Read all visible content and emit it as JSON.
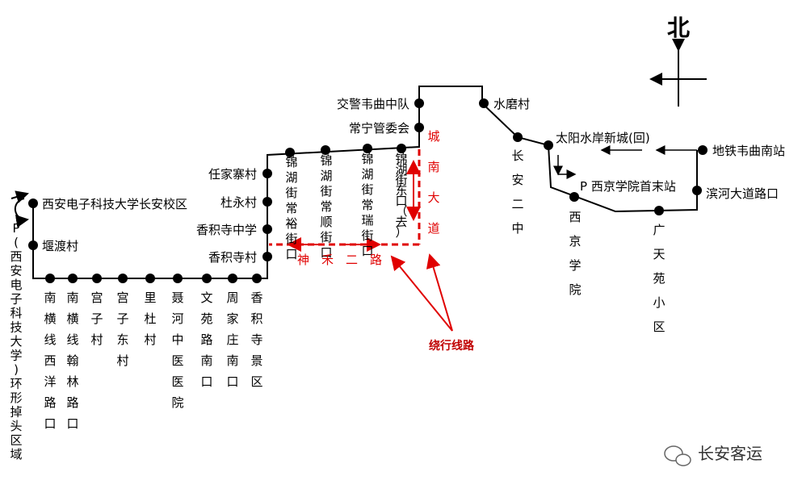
{
  "compass": {
    "north": "北"
  },
  "loop_terminal": {
    "label": "(西安电子科技大学)环形掉头区域",
    "parking": "P"
  },
  "stops": [
    {
      "id": "xidian",
      "name": "西安电子科技大学长安校区"
    },
    {
      "id": "yandu",
      "name": "堰渡村"
    },
    {
      "id": "nanheng-xiyang",
      "name": "南横线西洋路口"
    },
    {
      "id": "nanheng-hanlin",
      "name": "南横线翰林路口"
    },
    {
      "id": "gongzi",
      "name": "宫子村"
    },
    {
      "id": "gongzi-dong",
      "name": "宫子东村"
    },
    {
      "id": "lidu",
      "name": "里杜村"
    },
    {
      "id": "niehe-hospital",
      "name": "聂河中医医院"
    },
    {
      "id": "wenyuan",
      "name": "文苑路南口"
    },
    {
      "id": "zhoujiazhuang",
      "name": "周家庄南口"
    },
    {
      "id": "xiangji-scenic",
      "name": "香积寺景区"
    },
    {
      "id": "xiangjisi",
      "name": "香积寺村"
    },
    {
      "id": "xiangji-school",
      "name": "香积寺中学"
    },
    {
      "id": "duyong",
      "name": "杜永村"
    },
    {
      "id": "renjiazhai",
      "name": "任家寨村"
    },
    {
      "id": "changyu",
      "name": "锦湖街常裕街口"
    },
    {
      "id": "changshun",
      "name": "锦湖街常顺街口"
    },
    {
      "id": "changrui",
      "name": "锦湖街常瑞街口"
    },
    {
      "id": "jinhu-east",
      "name": "锦湖街东口（去）"
    },
    {
      "id": "changning",
      "name": "常宁管委会"
    },
    {
      "id": "jiaojing",
      "name": "交警韦曲中队"
    },
    {
      "id": "shuimo",
      "name": "水磨村"
    },
    {
      "id": "changan-2",
      "name": "长安二中"
    },
    {
      "id": "taiyangshuian",
      "name": "太阳水岸新城(回)"
    },
    {
      "id": "metro-weiqu-south",
      "name": "地铁韦曲南站"
    },
    {
      "id": "binhe",
      "name": "滨河大道路口"
    },
    {
      "id": "guangtianyuan",
      "name": "广天苑小区"
    },
    {
      "id": "xijing",
      "name": "西京学院"
    }
  ],
  "terminus": {
    "label": "西京学院首末站",
    "parking": "P"
  },
  "detour": {
    "road_south": "城南大道",
    "road_shenhe": "神禾二路",
    "annotation": "绕行线路",
    "color": "#e00000"
  },
  "watermark": {
    "text": "长安客运",
    "icon": "wechat-icon"
  }
}
